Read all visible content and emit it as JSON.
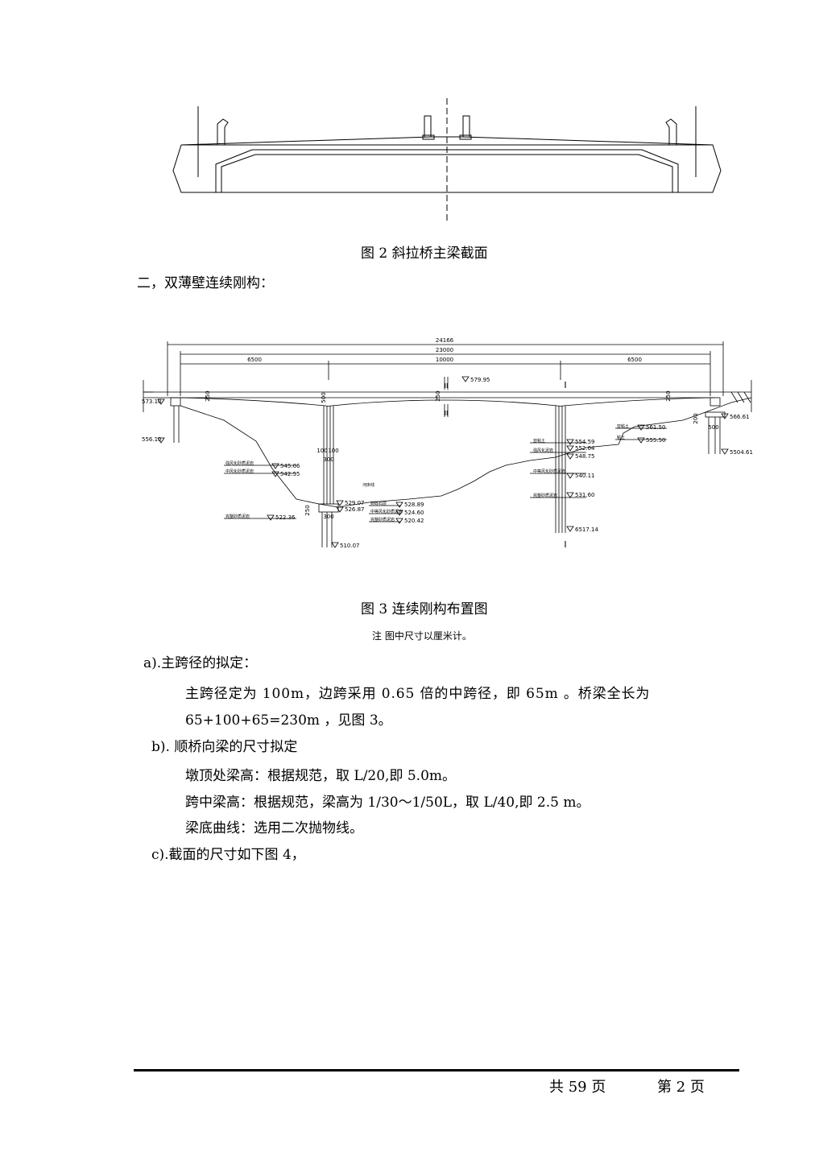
{
  "figure2": {
    "caption": "图 2  斜拉桥主梁截面"
  },
  "section2": {
    "heading": "二，双薄壁连续刚构："
  },
  "figure3": {
    "dims": {
      "total": "24166",
      "main": "23000",
      "side_left": "6500",
      "mid": "10000",
      "side_right": "6500",
      "h_left_abut": "250",
      "h_pier": "500",
      "h_mid": "250",
      "h_right_abut": "250",
      "pier_w1": "100",
      "pier_w2": "100",
      "pier_w3": "300",
      "foot_left": "250",
      "foot_w": "300",
      "right_h": "200",
      "right_w": "500"
    },
    "elevations": {
      "deck": "579.95",
      "left_abut_top": "573.10",
      "left_abut_bot": "556.10",
      "l_a": "545.06",
      "l_b": "542.55",
      "l_c": "522.36",
      "pier1_a": "529.07",
      "pier1_b": "526.87",
      "pier1_bot": "510.07",
      "mid_a": "528.89",
      "mid_b": "524.60",
      "mid_c": "520.42",
      "pier2_a": "554.59",
      "pier2_b": "552.64",
      "pier2_c": "548.75",
      "pier2_d": "540.11",
      "pier2_e": "531.60",
      "pier2_bot": "6517.14",
      "right_a": "561.50",
      "right_b": "555.50",
      "right_abut_top": "566.61",
      "right_abut_bot": "5504.61"
    },
    "soil_labels": {
      "l1": "强风化砂质泥岩",
      "l2": "中风化砂质泥岩",
      "l3": "完整砂质泥岩",
      "river": "河床线",
      "m1": "卵砾石层",
      "m2": "中等风化砂质泥岩",
      "m3": "完整砂质泥岩",
      "r1": "亚粘土",
      "r2": "强风化泥岩",
      "r3": "中等风化砂质泥岩",
      "r4": "完整砂质泥岩",
      "r5": "亚粘土",
      "r6": "粘土"
    },
    "section_marks": {
      "top": "I",
      "bottom": "I",
      "mid_top": "II",
      "mid_bot": "II"
    },
    "caption": "图 3  连续刚构布置图",
    "note": "注  图中尺寸以厘米计。"
  },
  "body": {
    "a_title": "a).主跨径的拟定：",
    "a_p1": "主跨径定为 100m，边跨采用 0.65 倍的中跨径，即 65m 。桥梁全长为",
    "a_p2": "65+100+65=230m ，见图 3。",
    "b_title": "b). 顺桥向梁的尺寸拟定",
    "b_p1": "墩顶处梁高：根据规范，取 L/20,即 5.0m。",
    "b_p2": "跨中梁高：根据规范，梁高为 1/30～1/50L，取 L/40,即 2.5 m。",
    "b_p3": "梁底曲线：选用二次抛物线。",
    "c_title": "c).截面的尺寸如下图 4，"
  },
  "footer": {
    "total_pages": "共  59  页",
    "current_page": "第  2   页"
  }
}
